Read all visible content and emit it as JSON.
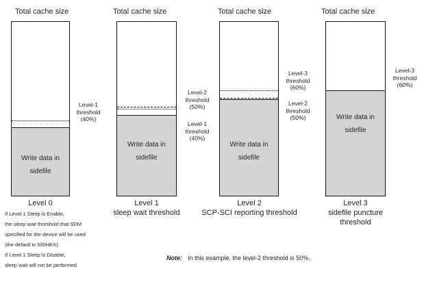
{
  "levels": [
    {
      "title": "Total cache size",
      "fill_label": "Write data in\nsidefile",
      "thresholds": [
        "Level-1\nthreshold\n(40%)"
      ],
      "caption": "Level 0"
    },
    {
      "title": "Total cache size",
      "fill_label": "Write data in\nsidefile",
      "thresholds": [
        "Level-2\nthreshold\n(50%)",
        "Level-1\nthreshold\n(40%)"
      ],
      "caption": "Level 1\nsleep wait threshold"
    },
    {
      "title": "Total cache size",
      "fill_label": "Write data in\nsidefile",
      "thresholds": [
        "Level-3\nthreshold\n(60%)",
        "Level-2\nthreshold\n(50%)"
      ],
      "caption": "Level 2\nSCP-SCI reporting threshold"
    },
    {
      "title": "Total cache size",
      "fill_label": "Write data in\nsidefile",
      "thresholds": [
        "Level-3\nthreshold\n(60%)"
      ],
      "caption": "Level 3\nsidefile puncture\nthreshold"
    }
  ],
  "level0_notes": [
    "If Level 1 Sleep is Enable,",
    "the sleep wait threshold that SDM",
    "specified for the device will be used",
    "(the default is 500HEX).",
    "If Level 1 Sleep is Disable,",
    "sleep wait will not be performed"
  ],
  "note": {
    "label": "Note:",
    "text": "In this example, the level-2 threshold is 50%."
  }
}
